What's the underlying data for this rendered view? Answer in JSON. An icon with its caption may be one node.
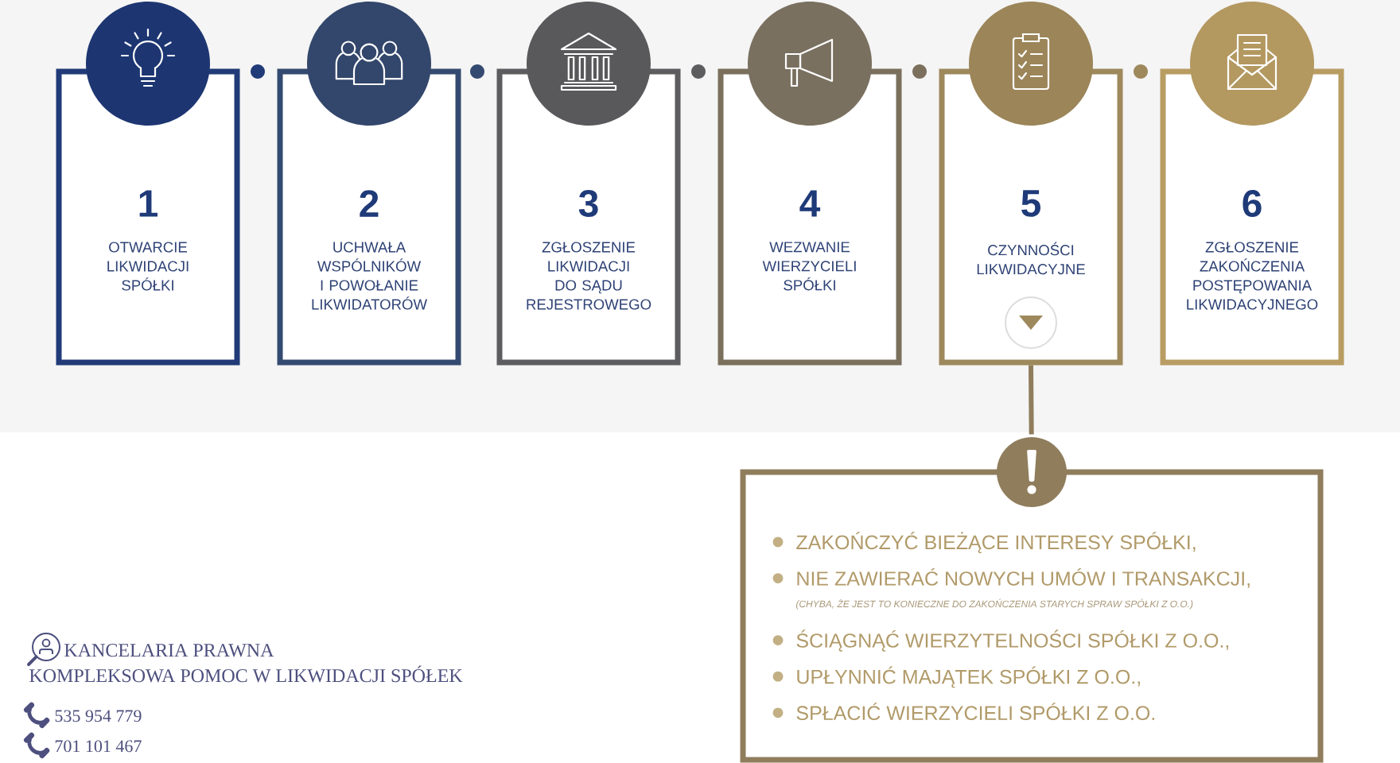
{
  "diagram": {
    "nodes": [
      {
        "text": [
          "1",
          "OTWARCIE LIKWIDACJI SPÓŁKI"
        ]
      },
      {
        "text": [
          "2",
          "UCHWAŁA WSPÓLNIKÓW I POWOŁANIE LIKWIDATORÓW"
        ]
      },
      {
        "text": [
          "3",
          "ZGŁOSZENIE LIKWIDACJI DO SĄDU REJESTROWEGO"
        ]
      },
      {
        "text": [
          "4",
          "WEZWANIE WIERZYCIELI SPÓŁKI"
        ]
      },
      {
        "text": [
          "5",
          "CZYNNOŚCI LIKWIDACYJNE"
        ]
      },
      {
        "text": [
          "6",
          "ZGŁOSZENIE ZAKOŃCZENIA POSTĘPOWANIA LIKWIDACYJNEGO"
        ]
      },
      {
        "text": [
          "ZAKOŃCZYĆ BIEŻĄCE INTERESY SPÓŁKI,",
          "NIE ZAWIERAĆ NOWYCH UMÓW I TRANSAKCJI,",
          "(CHYBA, ŻE JEST TO KONIECZNE DO ZAKOŃCZENIA STARYCH SPRAW SPÓŁKI Z O.O.)",
          "ŚCIĄGNĄĆ WIERZYTELNOŚCI SPÓŁKI Z O.O.,",
          "UPŁYNNIĆ MAJĄTEK SPÓŁKI Z O.O.,",
          "SPŁACIĆ WIERZYCIELI SPÓŁKI Z O.O."
        ]
      }
    ],
    "edges": [
      {
        "from": 4,
        "to": 6,
        "arrow": "none"
      }
    ],
    "labels": [
      "KANCELARIA PRAWNA",
      "KOMPLEKSOWA POMOC W LIKWIDACJI SPÓŁEK",
      "535 954 779",
      "701 101 467"
    ]
  }
}
